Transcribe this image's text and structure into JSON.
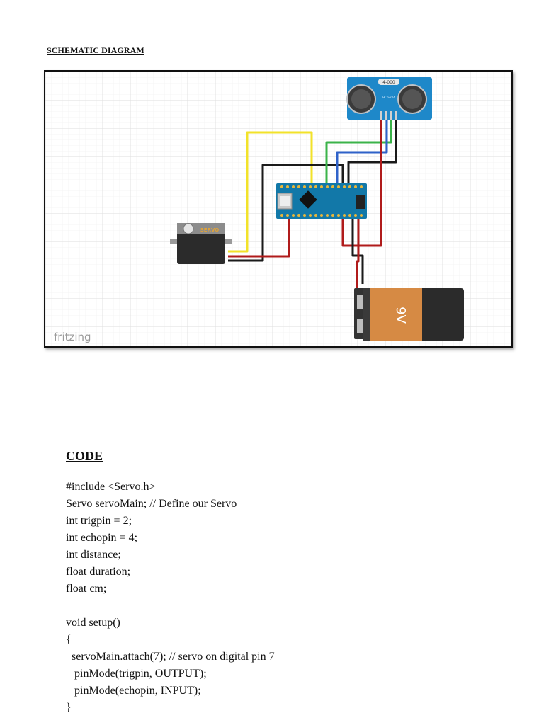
{
  "schematic": {
    "heading": "SCHEMATIC DIAGRAM",
    "sensor_label": "4-000",
    "sensor_model": "HC-SR04",
    "servo_label": "SERVO",
    "battery_label": "9V",
    "watermark": "fritzing",
    "colors": {
      "sensor_board": "#1e88c9",
      "arduino_board": "#1278a8",
      "servo_body": "#2b2b2b",
      "battery_body": "#2b2b2b",
      "battery_label_band": "#d68a44",
      "wire_yellow": "#f2e22a",
      "wire_green": "#3bb34a",
      "wire_blue": "#2f62c9",
      "wire_red": "#b01b1b",
      "wire_black": "#1a1a1a",
      "grid": "#e6e6e6"
    }
  },
  "code": {
    "heading": "CODE",
    "lines": [
      "#include <Servo.h>",
      "Servo servoMain; // Define our Servo",
      "int trigpin = 2;",
      "int echopin = 4;",
      "int distance;",
      "float duration;",
      "float cm;",
      "",
      "void setup()",
      "{",
      "  servoMain.attach(7); // servo on digital pin 7",
      "   pinMode(trigpin, OUTPUT);",
      "   pinMode(echopin, INPUT);",
      "}"
    ]
  }
}
